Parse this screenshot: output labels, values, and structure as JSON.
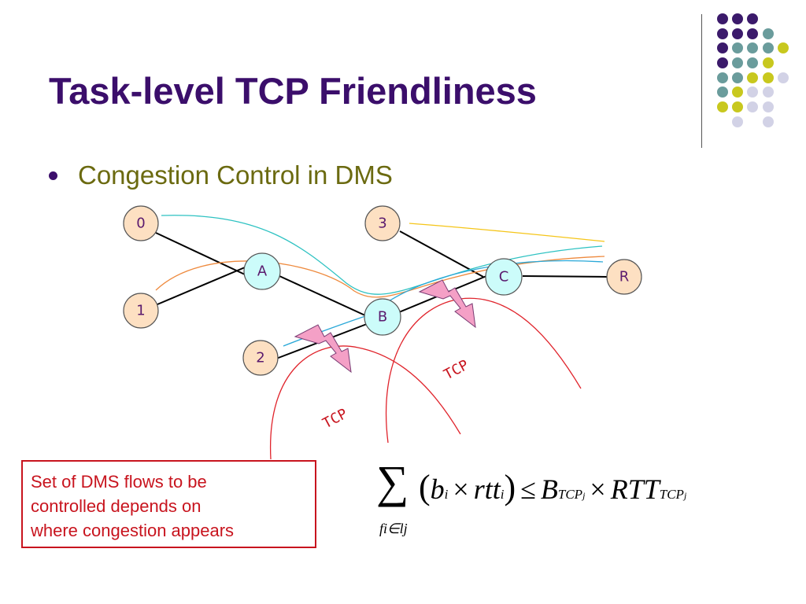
{
  "title": "Task-level TCP Friendliness",
  "bullet": "Congestion Control in DMS",
  "nodes": {
    "n0": "0",
    "n1": "1",
    "n2": "2",
    "n3": "3",
    "A": "A",
    "B": "B",
    "C": "C",
    "R": "R"
  },
  "tcp_labels": [
    "TCP",
    "TCP"
  ],
  "note": {
    "line1": "Set of DMS flows to be",
    "line2": "controlled depends on",
    "line3": "where congestion appears"
  },
  "formula": {
    "sigma": "∑",
    "sum_index": "fi∈lj",
    "open_paren": "(",
    "b": "b",
    "b_sub": "i",
    "times1": "×",
    "rtt": "rtt",
    "rtt_sub": "i",
    "close_paren": ")",
    "leq": "≤",
    "B": "B",
    "B_sub": "TCP",
    "B_subsub": "j",
    "times2": "×",
    "RTT": "RTT",
    "RTT_sub": "TCP",
    "RTT_subsub": "j"
  },
  "colors": {
    "title": "#3b0e6b",
    "bullet_text": "#6b6a10",
    "node_fill_numbered": "#fde0c2",
    "node_fill_lettered": "#ccfcfa",
    "node_text": "#5a1a6e",
    "lightning": "#f4a0c6",
    "flow_cyan": "#2ec2c2",
    "flow_orange": "#ee8a3e",
    "flow_blue": "#2aa8d8",
    "flow_gold": "#f5c518",
    "callout_red": "#e0242c",
    "decor_purple": "#3b1a6b",
    "decor_teal": "#6a9c9c",
    "decor_yellow": "#c8c81e",
    "decor_lavender": "#d2d2e6"
  }
}
